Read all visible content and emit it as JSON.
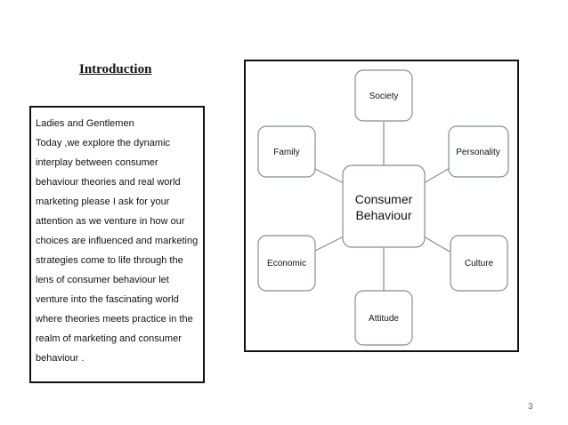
{
  "title": "Introduction",
  "intro_lines": [
    "Ladies and Gentlemen",
    "Today ,we explore the dynamic",
    "interplay between consumer",
    "behaviour theories and real world",
    "marketing please I ask for your",
    "attention as we venture in how our",
    "choices are influenced and marketing",
    "strategies come to life through the",
    "lens of consumer behaviour let",
    "venture into the fascinating world",
    "where theories meets practice in the",
    "realm of marketing and consumer",
    "behaviour ."
  ],
  "diagram": {
    "center": {
      "line1": "Consumer",
      "line2": "Behaviour"
    },
    "nodes": {
      "society": "Society",
      "family": "Family",
      "personality": "Personality",
      "economic": "Economic",
      "culture": "Culture",
      "attitude": "Attitude"
    },
    "colors": {
      "border": "#7f8c99"
    }
  },
  "page_number": "3"
}
